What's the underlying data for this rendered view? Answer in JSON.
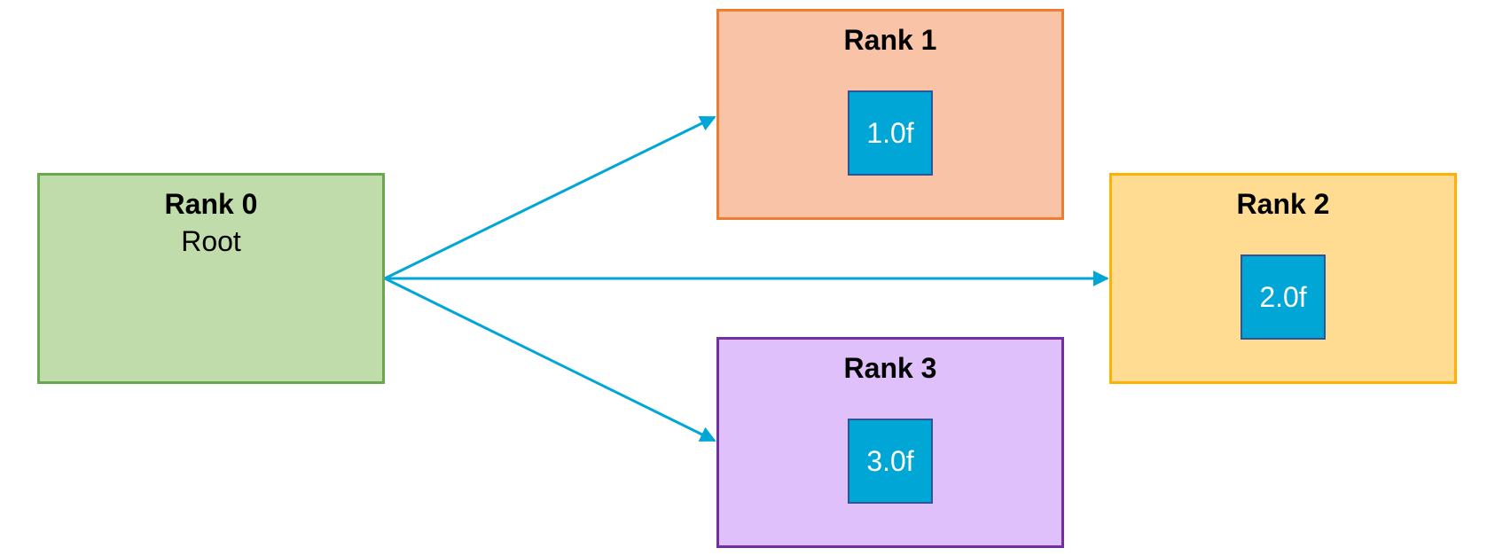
{
  "diagram": {
    "arrow_color": "#00a6d6",
    "value_box_color": "#00a6d6",
    "ranks": [
      {
        "title": "Rank 0",
        "subtitle": "Root",
        "fill": "#bfdcaa",
        "border": "#6aa84f"
      },
      {
        "title": "Rank 1",
        "value": "1.0f",
        "fill": "#f8c3a7",
        "border": "#ed7d31"
      },
      {
        "title": "Rank 2",
        "value": "2.0f",
        "fill": "#ffdc91",
        "border": "#ffb000"
      },
      {
        "title": "Rank 3",
        "value": "3.0f",
        "fill": "#e0c0fb",
        "border": "#7030a0"
      }
    ]
  }
}
